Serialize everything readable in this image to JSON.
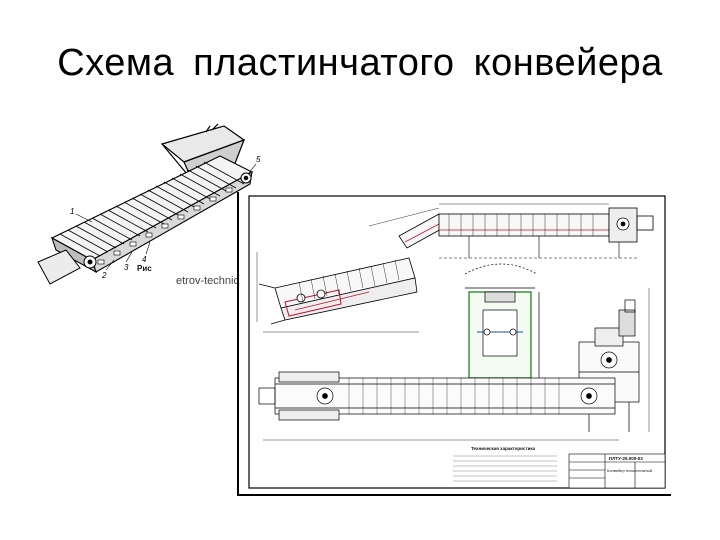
{
  "slide": {
    "title": "Схема пластинчатого конвейера"
  },
  "sketch": {
    "caption": "Рис",
    "watermark": "etrov-technic",
    "part_labels": [
      "1",
      "2",
      "3",
      "4",
      "5"
    ]
  },
  "drawing": {
    "title_block": {
      "code": "ПЛТУ-25.000-03",
      "name": "Конвейер пластинчатый"
    },
    "notes_header": "Техническая характеристика"
  },
  "colors": {
    "line": "#000000",
    "accent_red": "#c8102e",
    "accent_green": "#2e8b2e",
    "accent_blue": "#1f4fa8"
  }
}
